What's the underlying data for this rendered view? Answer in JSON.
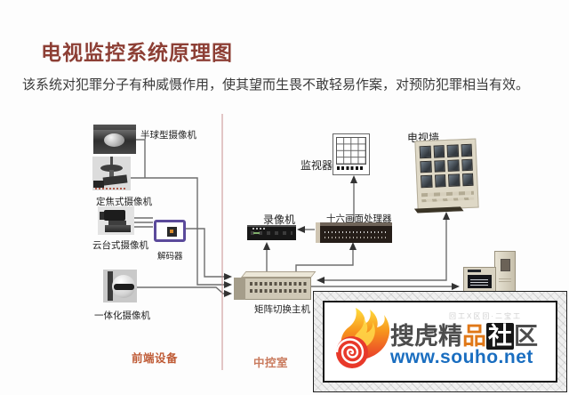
{
  "title": "电视监控系统原理图",
  "description": "该系统对犯罪分子有种威慑作用，使其望而生畏不敢轻易作案，对预防犯罪相当有效。",
  "labels": {
    "dome_camera": "半球型摄像机",
    "fixed_camera": "定焦式摄像机",
    "pan_tilt_camera": "云台式摄像机",
    "decoder": "解码器",
    "integrated_camera": "一体化摄像机",
    "recorder": "录像机",
    "processor": "十六画面处理器",
    "monitor": "监视器",
    "tv_wall": "电视墙",
    "matrix_switcher": "矩阵切换主机",
    "front_end_zone": "前端设备",
    "control_room_zone": "中控室"
  },
  "watermark": {
    "brand_part1": "搜虎精",
    "brand_part2": "品",
    "brand_part3": "社",
    "brand_part4": "区",
    "url": "www.souho.net",
    "faint_text": "回工X区回·二宝工"
  },
  "colors": {
    "title": "#8d3f35",
    "zone_label": "#bf5b36",
    "separator_line": "#c88f8f",
    "url_blue": "#1a6ec0",
    "decoder_purple": "#5b4a9b",
    "flame_orange": "#f7941d"
  }
}
